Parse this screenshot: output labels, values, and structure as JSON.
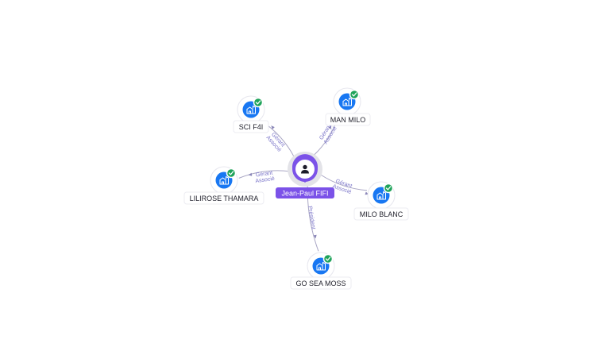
{
  "center": {
    "label": "Jean-Paul FIFI",
    "icon": "person-icon",
    "accent_color": "#7b52e8"
  },
  "companies": [
    {
      "id": "sci-f4i",
      "label": "SCI F4I",
      "relation": [
        "Gérant",
        "Associé"
      ],
      "verified": true,
      "icon": "building-icon"
    },
    {
      "id": "man-milo",
      "label": "MAN MILO",
      "relation": [
        "Gérant",
        "Associé"
      ],
      "verified": true,
      "icon": "building-icon"
    },
    {
      "id": "lilirose-thamara",
      "label": "LILIROSE THAMARA",
      "relation": [
        "Gérant",
        "Associé"
      ],
      "verified": true,
      "icon": "building-icon"
    },
    {
      "id": "milo-blanc",
      "label": "MILO BLANC",
      "relation": [
        "Gérant",
        "Associé"
      ],
      "verified": true,
      "icon": "building-icon"
    },
    {
      "id": "go-sea-moss",
      "label": "GO SEA MOSS",
      "relation": [
        "Président"
      ],
      "verified": true,
      "icon": "building-icon"
    }
  ],
  "colors": {
    "company": "#1877f2",
    "verified": "#1fa35a",
    "edge_label": "#7a74c9"
  }
}
